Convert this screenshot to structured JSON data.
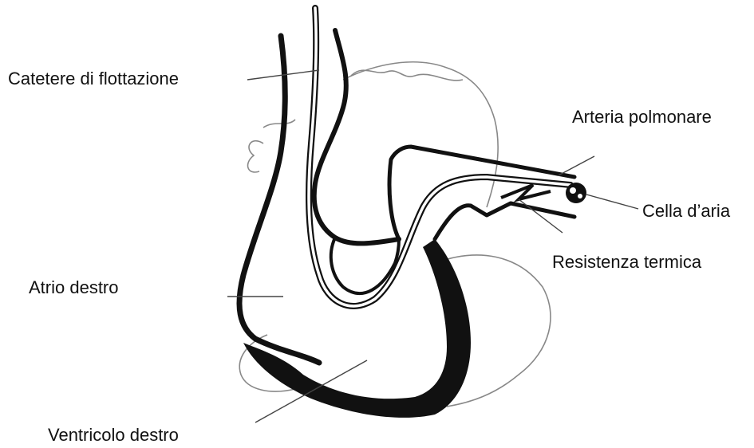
{
  "labels": {
    "catetere": "Catetere di flottazione",
    "arteria": "Arteria polmonare",
    "cella": "Cella d’aria",
    "resistenza": "Resistenza termica",
    "atrio": "Atrio destro",
    "ventricolo": "Ventricolo destro"
  },
  "colors": {
    "ink": "#111111",
    "thin_line": "#444444",
    "background": "#ffffff"
  }
}
